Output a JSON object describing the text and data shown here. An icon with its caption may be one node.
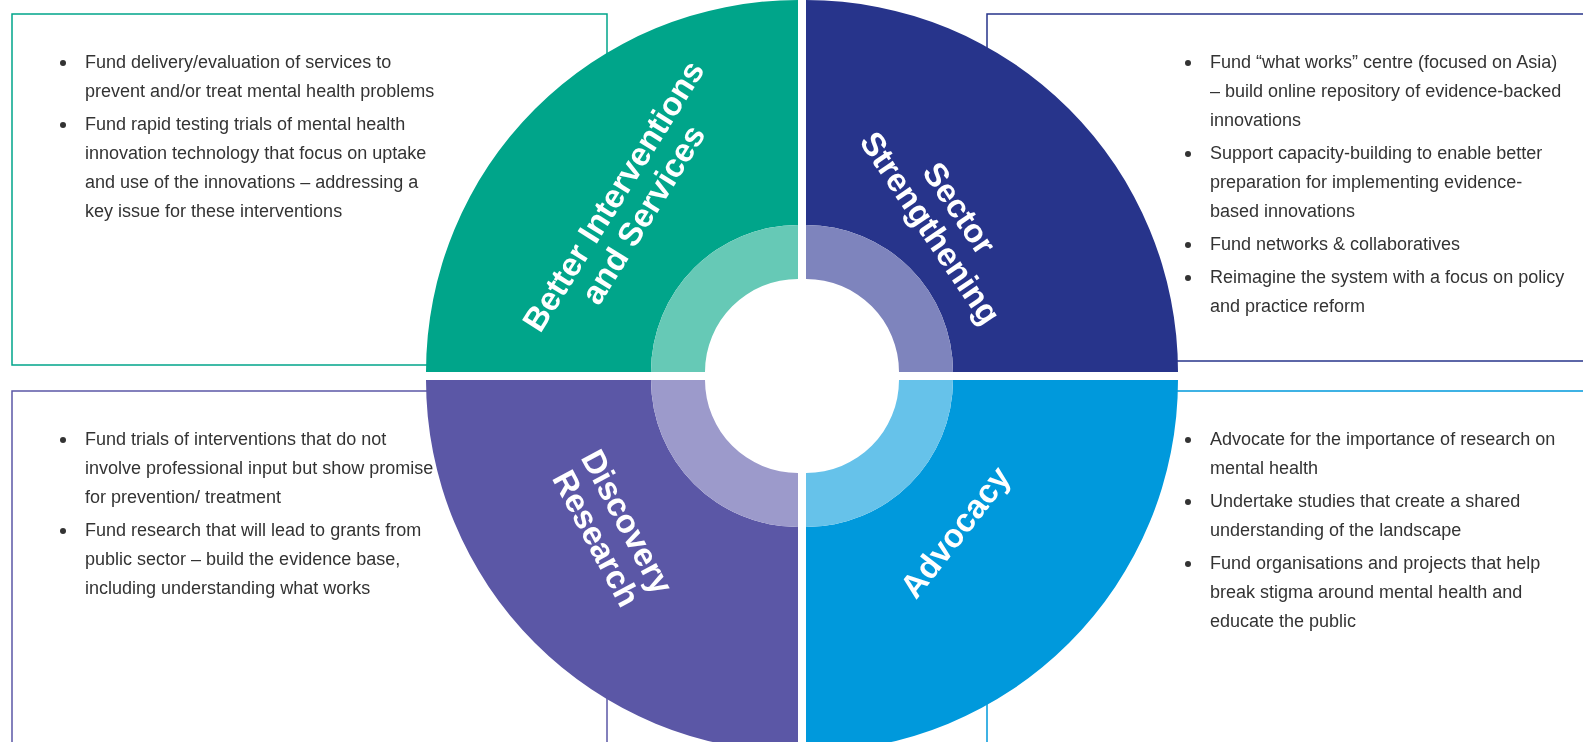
{
  "diagram": {
    "nodes": [
      {
        "text": [
          "Fund delivery/evaluation of services to prevent and/or treat mental health problems",
          "Fund rapid testing trials of mental health innovation technology that focus on uptake and use of the innovations – addressing a key issue for these interventions"
        ]
      },
      {
        "text": [
          "Better Interventions and Services"
        ]
      },
      {
        "text": [
          "Sector Strengthening"
        ]
      },
      {
        "text": [
          "Fund “what works” centre (focused on Asia) – build online repository of evidence-backed innovations",
          "Support capacity-building to enable better preparation for implementing evidence-based innovations",
          "Fund networks & collaboratives",
          "Reimagine the system with a focus on policy and practice reform"
        ]
      },
      {
        "text": [
          "Fund trials of interventions that do not involve professional input but show promise for prevention/ treatment",
          "Fund research that will lead to grants from public sector – build the evidence base, including understanding what works"
        ]
      },
      {
        "text": [
          "Discovery Research"
        ]
      },
      {
        "text": [
          "Advocacy"
        ]
      },
      {
        "text": [
          "Advocate for the importance of research on mental health",
          "Undertake studies that create a shared understanding of the landscape",
          "Fund organisations and projects that help break stigma around mental health and educate the public"
        ]
      }
    ]
  }
}
